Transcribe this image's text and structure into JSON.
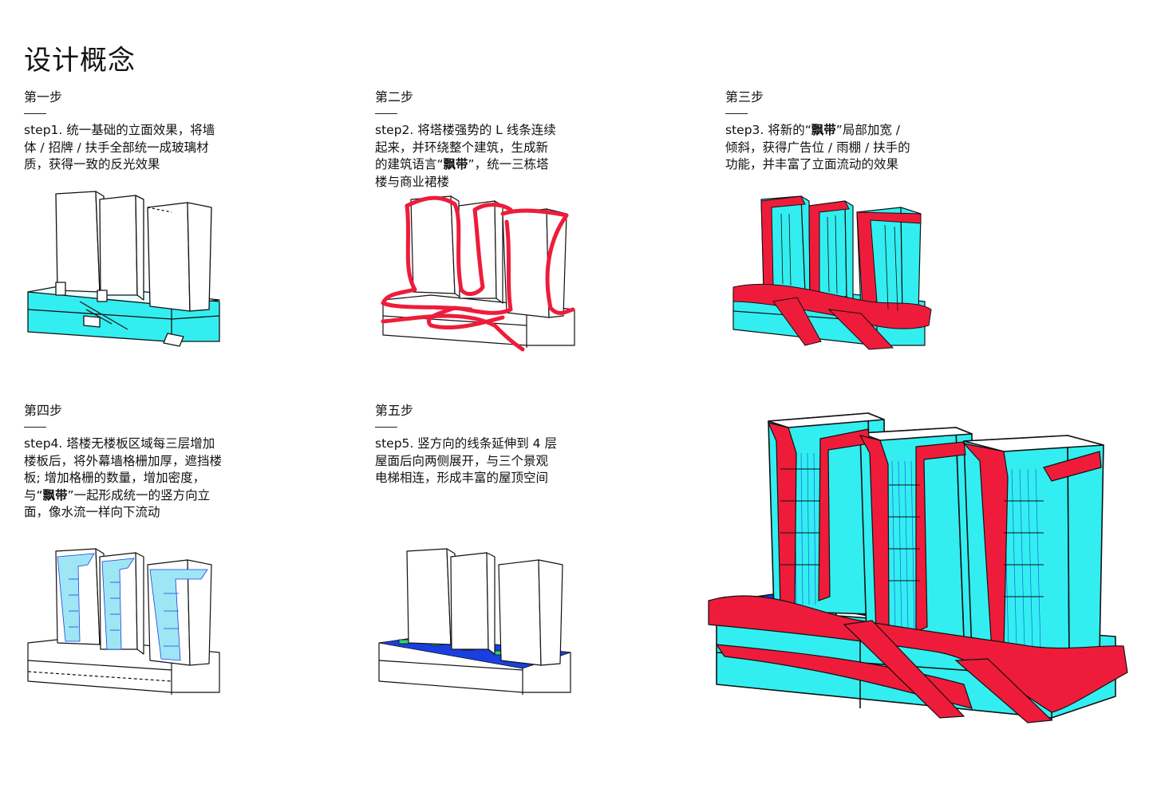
{
  "title": "设计概念",
  "steps": [
    {
      "heading": "第一步",
      "t1": "step1. 统一基础的立面效果，将墙体 / 招牌 / 扶手全部统一成玻璃材质，获得一致的反光效果"
    },
    {
      "heading": "第二步",
      "t1": "step2. 将塔楼强势的 L 线条连续起来，并环绕整个建筑，生成新的建筑语言“",
      "bold": "飘带",
      "t2": "”，统一三栋塔楼与商业裙楼"
    },
    {
      "heading": "第三步",
      "t1": "step3. 将新的“",
      "bold": "飘带",
      "t2": "”局部加宽 / 倾斜，获得广告位 / 雨棚 / 扶手的功能，并丰富了立面流动的效果"
    },
    {
      "heading": "第四步",
      "t1": "step4. 塔楼无楼板区域每三层增加楼板后，将外幕墙格栅加厚，遮挡楼板; 增加格栅的数量，增加密度，与“",
      "bold": "飘带",
      "t2": "”一起形成统一的竖方向立面，像水流一样向下流动"
    },
    {
      "heading": "第五步",
      "t1": "step5. 竖方向的线条延伸到 4 层屋面后向两侧展开，与三个景观电梯相连，形成丰富的屋顶空间"
    }
  ],
  "colors": {
    "glass": "#33eef0",
    "ribbon": "#ee1c3a",
    "roof": "#1a3fe0",
    "green": "#30d070",
    "ink": "#111111"
  }
}
